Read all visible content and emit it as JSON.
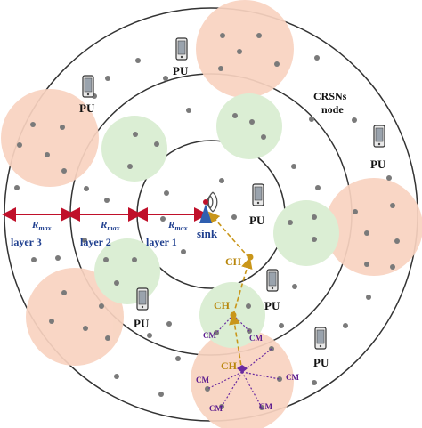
{
  "labels": {
    "pu": "PU",
    "crsns_line1": "CRSNs",
    "crsns_line2": "node",
    "sink": "sink",
    "ch": "CH",
    "cm": "CM",
    "rmax_main": "R",
    "rmax_sub": "max",
    "layer1": "layer 1",
    "layer2": "layer 2",
    "layer3": "layer 3"
  },
  "colors": {
    "ring_stroke": "#333333",
    "green_cluster": "#dbeed4",
    "orange_cluster": "#f8d3c0",
    "node_dot": "#7a7a7a",
    "arrow_red": "#c0102a",
    "ch_link": "#c9961a",
    "cm_link": "#6a2ba0",
    "label_blue": "#1f3f8f",
    "antenna_blue": "#2f5fb0"
  },
  "icons": {
    "pu": "mobile-phone-icon",
    "sink": "antenna-tower-icon"
  }
}
